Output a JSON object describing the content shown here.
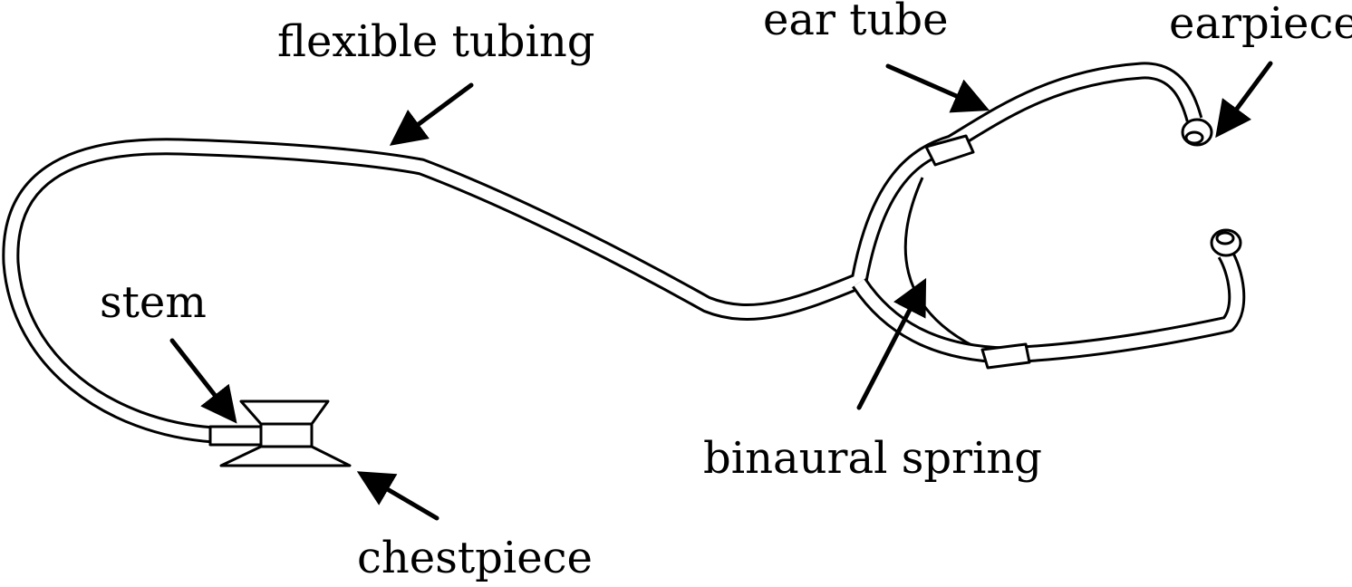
{
  "colors": {
    "ink": "#000000",
    "background": "#ffffff"
  },
  "labels": {
    "flexible_tubing": "flexible tubing",
    "ear_tube": "ear tube",
    "earpiece": "earpiece",
    "stem": "stem",
    "binaural_spring": "binaural spring",
    "chestpiece": "chestpiece"
  }
}
